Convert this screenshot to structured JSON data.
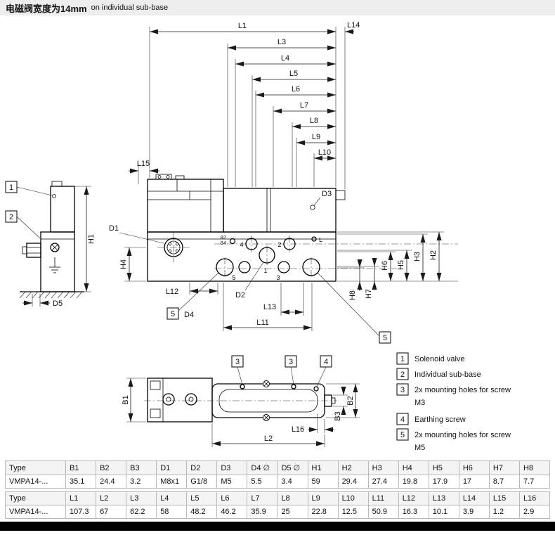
{
  "header": {
    "title_main": "电磁阀宽度为14mm",
    "title_sub": "on individual sub-base"
  },
  "dims": {
    "L1": "L1",
    "L2": "L2",
    "L3": "L3",
    "L4": "L4",
    "L5": "L5",
    "L6": "L6",
    "L7": "L7",
    "L8": "L8",
    "L9": "L9",
    "L10": "L10",
    "L11": "L11",
    "L12": "L12",
    "L13": "L13",
    "L14": "L14",
    "L15": "L15",
    "L16": "L16",
    "H1": "H1",
    "H2": "H2",
    "H3": "H3",
    "H4": "H4",
    "H5": "H5",
    "H6": "H6",
    "H7": "H7",
    "H8": "H8",
    "B1": "B1",
    "B2": "B2",
    "B3": "B3",
    "D1": "D1",
    "D2": "D2",
    "D3": "D3",
    "D4": "D4",
    "D5": "D5"
  },
  "ports": {
    "p1": "1",
    "p2": "2",
    "p3": "3",
    "p4": "4",
    "p5": "5",
    "pL": "L",
    "p82": "82",
    "p84": "84"
  },
  "callouts": {
    "c1": "1",
    "c2": "2",
    "c3": "3",
    "c4": "4",
    "c5": "5"
  },
  "legend": [
    {
      "num": "1",
      "label": "Solenoid valve"
    },
    {
      "num": "2",
      "label": "Individual sub-base"
    },
    {
      "num": "3",
      "label": "2x mounting holes for screw",
      "label2": "M3"
    },
    {
      "num": "4",
      "label": "Earthing screw"
    },
    {
      "num": "5",
      "label": "2x mounting holes for screw",
      "label2": "M5"
    }
  ],
  "tables": [
    {
      "headers": [
        "Type",
        "B1",
        "B2",
        "B3",
        "D1",
        "D2",
        "D3",
        "D4 ∅",
        "D5 ∅",
        "H1",
        "H2",
        "H3",
        "H4",
        "H5",
        "H6",
        "H7",
        "H8"
      ],
      "rows": [
        [
          "VMPA14-...",
          "35.1",
          "24.4",
          "3.2",
          "M8x1",
          "G1/8",
          "M5",
          "5.5",
          "3.4",
          "59",
          "29.4",
          "27.4",
          "19.8",
          "17.9",
          "17",
          "8.7",
          "7.7"
        ]
      ]
    },
    {
      "headers": [
        "Type",
        "L1",
        "L2",
        "L3",
        "L4",
        "L5",
        "L6",
        "L7",
        "L8",
        "L9",
        "L10",
        "L11",
        "L12",
        "L13",
        "L14",
        "L15",
        "L16"
      ],
      "rows": [
        [
          "VMPA14-...",
          "107.3",
          "67",
          "62.2",
          "58",
          "48.2",
          "46.2",
          "35.9",
          "25",
          "22.8",
          "12.5",
          "50.9",
          "16.3",
          "10.1",
          "3.9",
          "1.2",
          "2.9"
        ]
      ]
    }
  ]
}
